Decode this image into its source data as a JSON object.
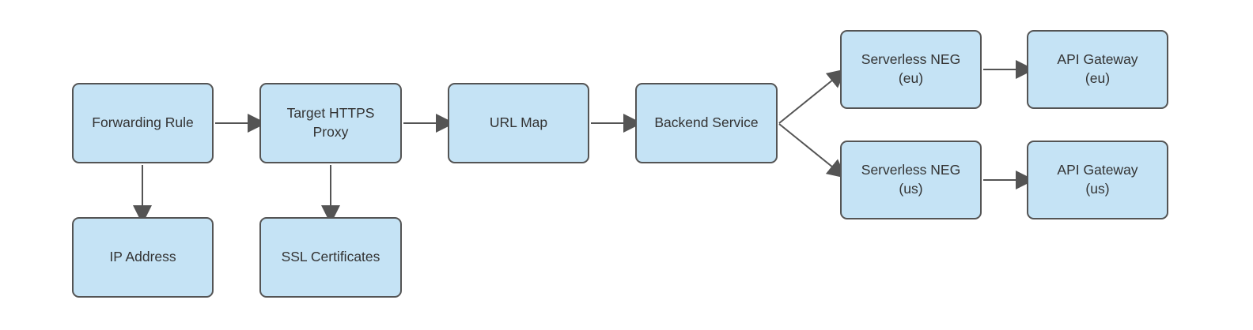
{
  "diagram": {
    "type": "flowchart",
    "colors": {
      "background": "#ffffff",
      "node_fill": "#c5e3f5",
      "node_border": "#545454",
      "arrow": "#545454",
      "text": "#333333"
    },
    "nodes": {
      "forwarding_rule": {
        "label": "Forwarding Rule"
      },
      "target_https_proxy": {
        "label": "Target HTTPS\nProxy"
      },
      "url_map": {
        "label": "URL Map"
      },
      "backend_service": {
        "label": "Backend Service"
      },
      "serverless_neg_eu": {
        "label": "Serverless NEG\n(eu)"
      },
      "api_gateway_eu": {
        "label": "API Gateway\n(eu)"
      },
      "serverless_neg_us": {
        "label": "Serverless NEG\n(us)"
      },
      "api_gateway_us": {
        "label": "API Gateway\n(us)"
      },
      "ip_address": {
        "label": "IP Address"
      },
      "ssl_certificates": {
        "label": "SSL Certificates"
      }
    },
    "edges": [
      {
        "from": "forwarding_rule",
        "to": "target_https_proxy",
        "direction": "right"
      },
      {
        "from": "target_https_proxy",
        "to": "url_map",
        "direction": "right"
      },
      {
        "from": "url_map",
        "to": "backend_service",
        "direction": "right"
      },
      {
        "from": "backend_service",
        "to": "serverless_neg_eu",
        "direction": "up-right"
      },
      {
        "from": "backend_service",
        "to": "serverless_neg_us",
        "direction": "down-right"
      },
      {
        "from": "serverless_neg_eu",
        "to": "api_gateway_eu",
        "direction": "right"
      },
      {
        "from": "serverless_neg_us",
        "to": "api_gateway_us",
        "direction": "right"
      },
      {
        "from": "forwarding_rule",
        "to": "ip_address",
        "direction": "down"
      },
      {
        "from": "target_https_proxy",
        "to": "ssl_certificates",
        "direction": "down"
      }
    ]
  }
}
